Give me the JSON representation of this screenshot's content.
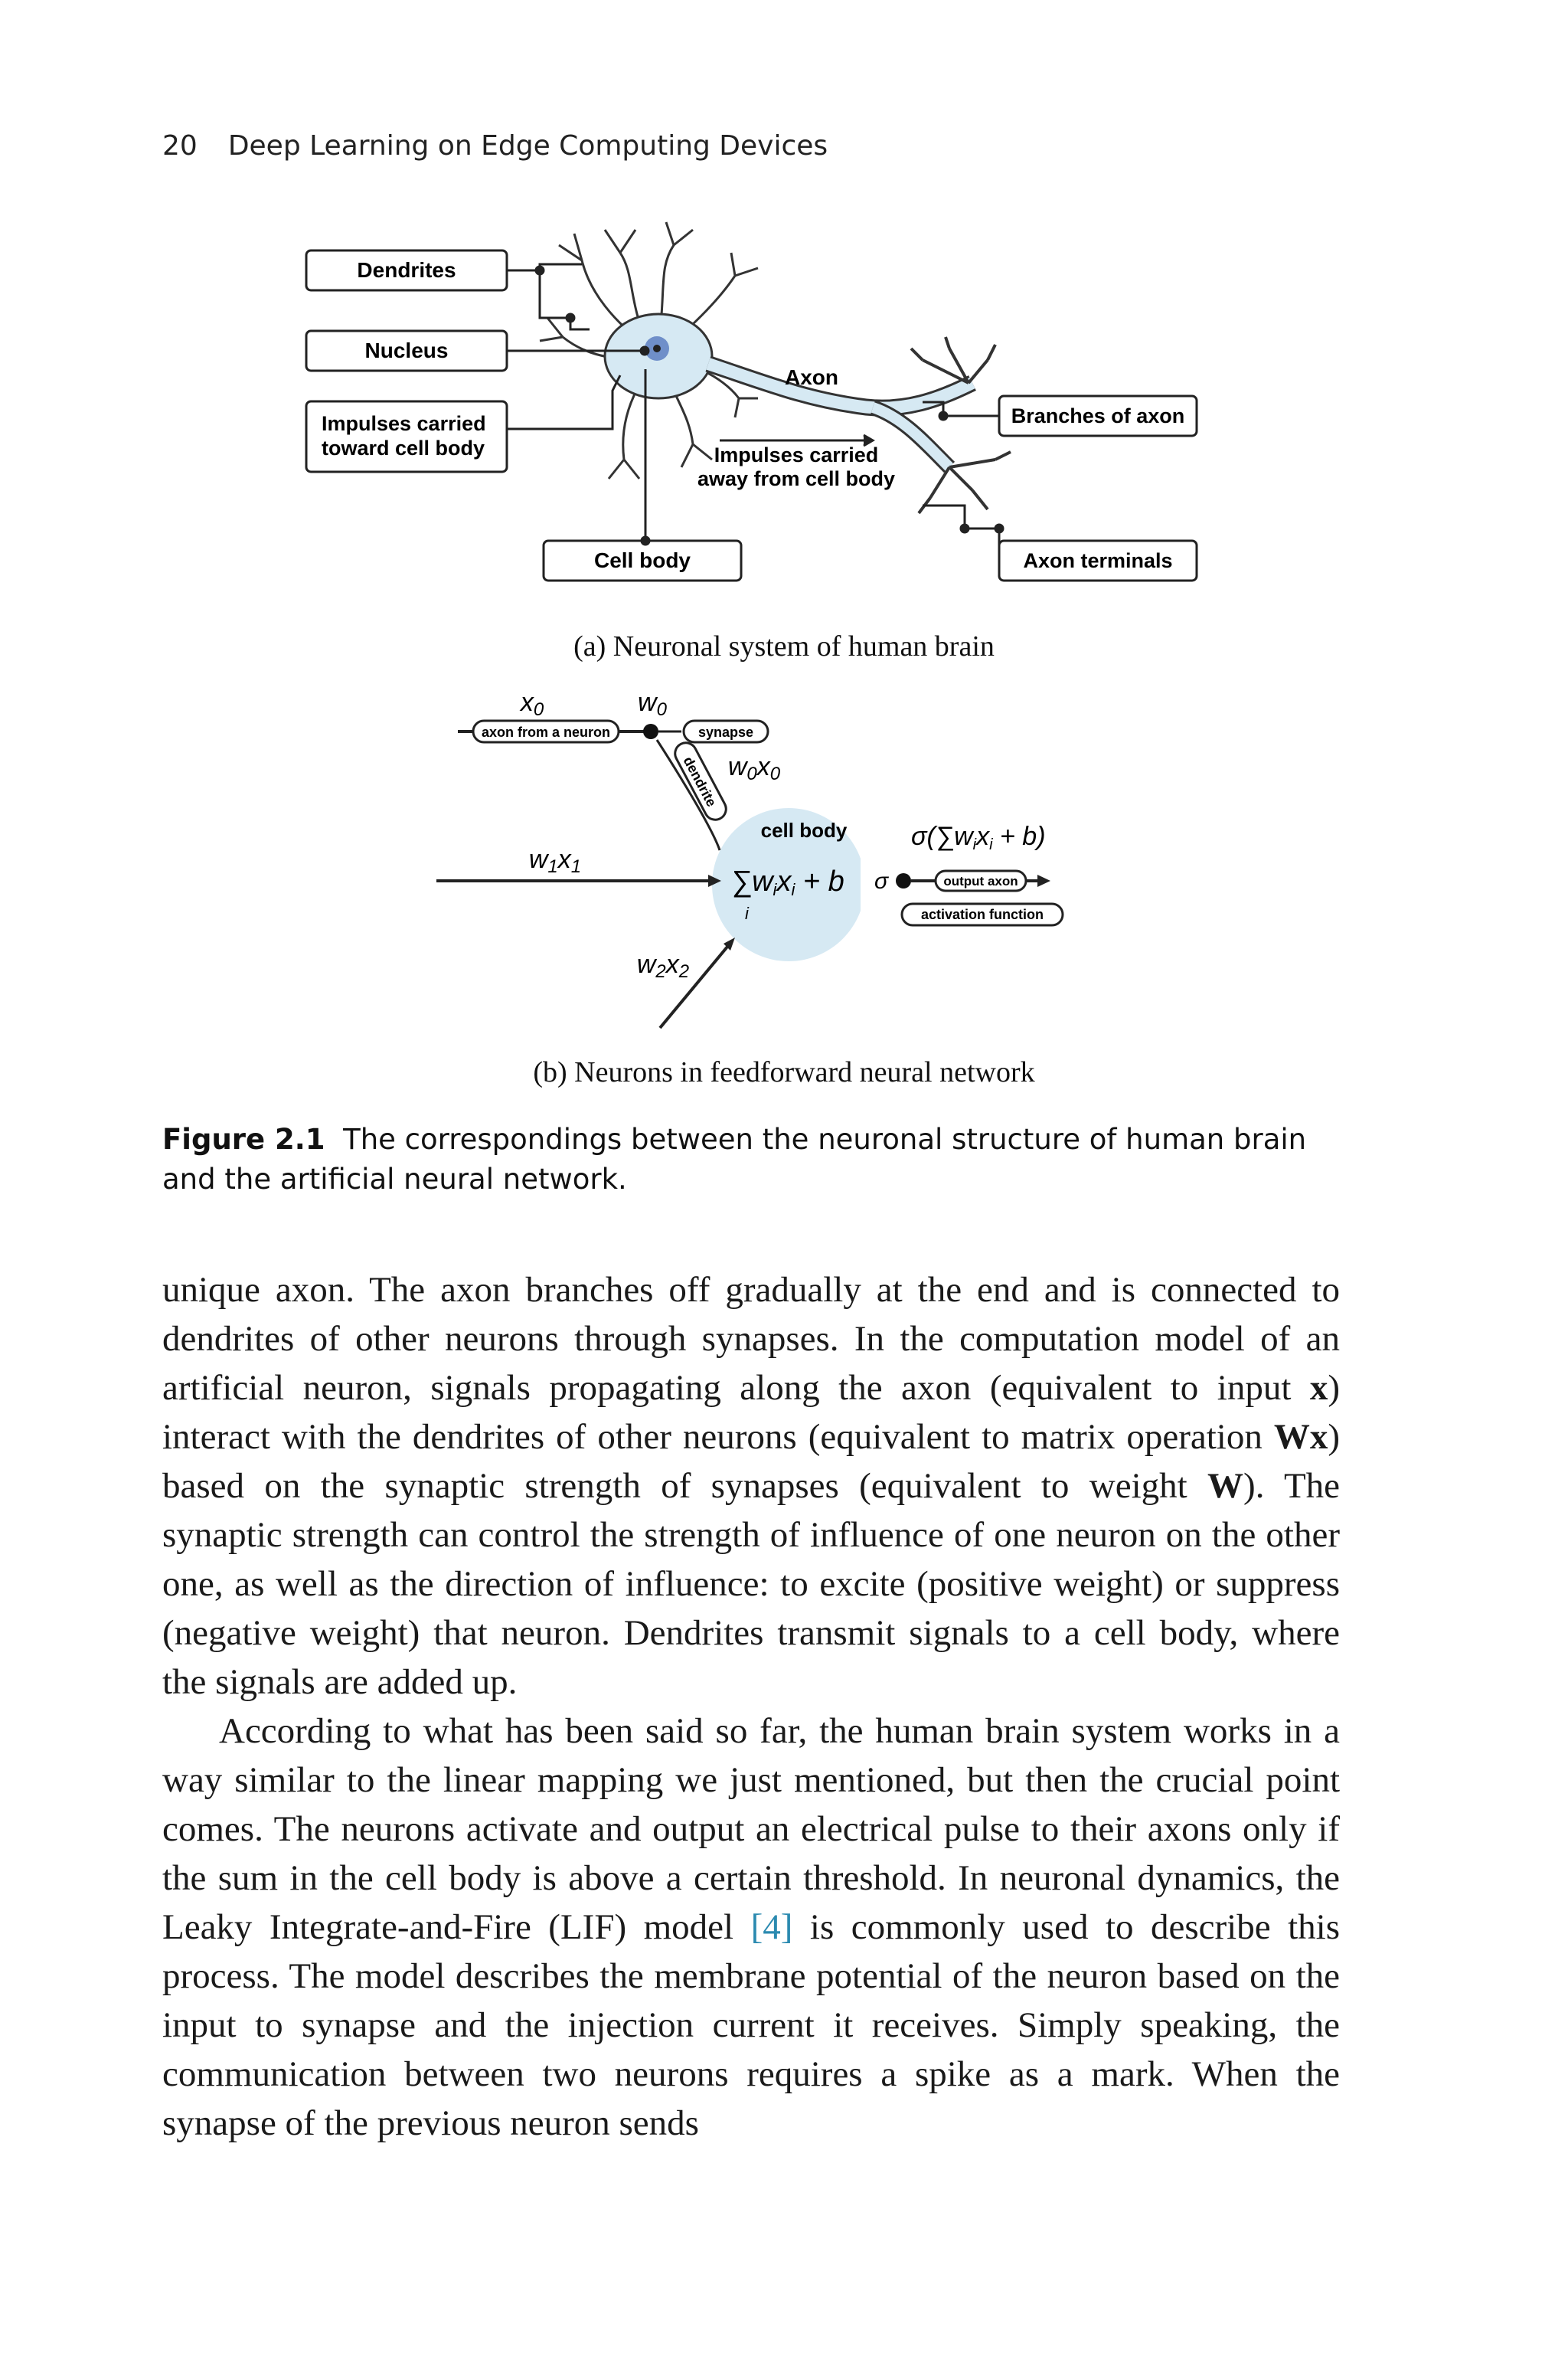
{
  "header": {
    "page_number": "20",
    "book_title": "Deep Learning on Edge Computing Devices"
  },
  "figure_a": {
    "labels": {
      "dendrites": "Dendrites",
      "nucleus": "Nucleus",
      "impulses_toward_1": "Impulses carried",
      "impulses_toward_2": "toward cell body",
      "axon": "Axon",
      "impulses_away_1": "Impulses carried",
      "impulses_away_2": "away from cell body",
      "branches_of_axon": "Branches of axon",
      "cell_body": "Cell  body",
      "axon_terminals": "Axon terminals"
    },
    "caption": "(a) Neuronal system of human brain"
  },
  "figure_b": {
    "labels": {
      "x0": "x",
      "x0_sub": "0",
      "w0": "w",
      "w0_sub": "0",
      "axon_from_neuron": "axon from a neuron",
      "synapse": "synapse",
      "dendrite": "dendrite",
      "w0x0": "w",
      "w0x0_sub1": "0",
      "w0x0_x": "x",
      "w0x0_sub2": "0",
      "cell_body": "cell body",
      "w1x1": "w",
      "w1x1_sub1": "1",
      "w1x1_x": "x",
      "w1x1_sub2": "1",
      "sum_expr": "∑w",
      "sum_i": "i",
      "sum_x": "x",
      "sum_rest": " + b",
      "sigma": "σ",
      "output_axon": "output axon",
      "activation_function": "activation function",
      "sigma_expr": "σ(∑w",
      "sigma_expr_rest": "x",
      "sigma_expr_end": " + b)",
      "w2x2": "w",
      "w2x2_sub1": "2",
      "w2x2_x": "x",
      "w2x2_sub2": "2"
    },
    "caption": "(b) Neurons in feedforward neural network"
  },
  "figure_caption": {
    "label": "Figure 2.1",
    "text": "The correspondings between the neuronal structure of human brain and the artificial neural network."
  },
  "body": {
    "p1_a": "unique axon. The axon branches off gradually at the end and is connected to dendrites of other neurons through synapses. In the computation model of an artificial neuron, signals propagating along the axon (equivalent to input ",
    "p1_x": "x",
    "p1_b": ") interact with the dendrites of other neurons (equivalent to matrix operation ",
    "p1_wx": "Wx",
    "p1_c": ") based on the synaptic strength of synapses (equivalent to weight ",
    "p1_w": "W",
    "p1_d": "). The synaptic strength can control the strength of influence of one neuron on the other one, as well as the direction of influence: to excite (positive weight) or suppress (negative weight) that neuron. Dendrites transmit signals to a cell body, where the signals are added up.",
    "p2_a": "According to what has been said so far, the human brain system works in a way similar to the linear mapping we just mentioned, but then the crucial point comes. The neurons activate and output an electrical pulse to their axons only if the sum in the cell body is above a certain threshold. In neuronal dynamics, the Leaky Integrate-and-Fire (LIF) model ",
    "p2_cite": "[4]",
    "p2_b": " is commonly used to describe this process. The model describes the membrane potential of the neuron based on the input to synapse and the injection current it receives. Simply speaking, the communication between two neurons requires a spike as a mark. When the synapse of the previous neuron sends"
  }
}
